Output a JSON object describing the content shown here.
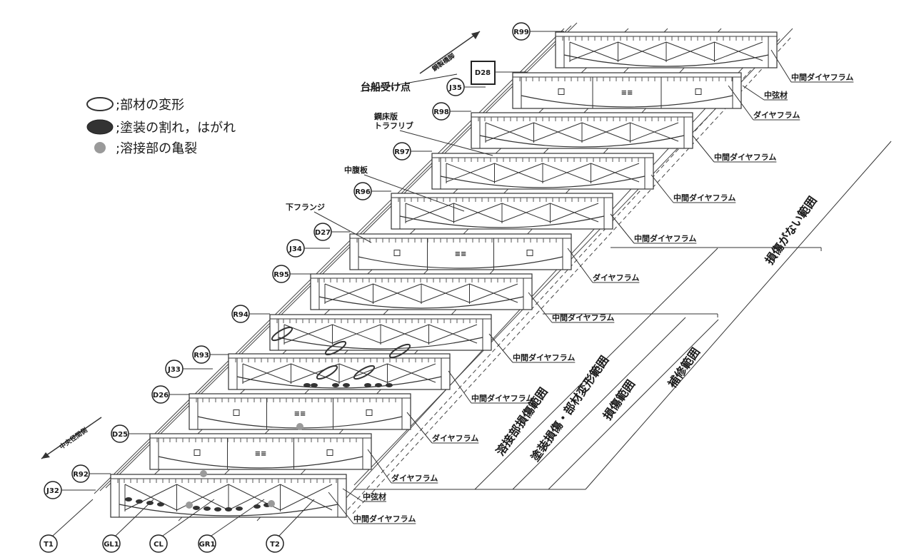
{
  "legend": [
    {
      "symbol": "outline-ellipse",
      "label": ";部材の変形"
    },
    {
      "symbol": "filled-ellipse",
      "label": ";塗装の割れ，はがれ"
    },
    {
      "symbol": "gray-dot",
      "label": ";溶接部の亀裂"
    }
  ],
  "direction": {
    "top": "鋼製橋脚",
    "bottom": "中央径間側"
  },
  "support_point_label": "台船受け点",
  "section_tags": [
    "R99",
    "D28",
    "J35",
    "R98",
    "R97",
    "R96",
    "D27",
    "J34",
    "R95",
    "R94",
    "R93",
    "J33",
    "D26",
    "D25",
    "R92",
    "J32"
  ],
  "bottom_tags": [
    "T1",
    "GL1",
    "CL",
    "GR1",
    "T2"
  ],
  "callouts": {
    "deck_plate": "鋼床版",
    "trough_rib": "トラフリブ",
    "middle_web": "中腹板",
    "lower_flange": "下フランジ",
    "middle_diaphragm": "中間ダイヤフラム",
    "diaphragm": "ダイヤフラム",
    "middle_chord": "中弦材"
  },
  "ranges": {
    "no_damage": "損傷がない範囲",
    "weld_damage": "溶接部損傷範囲",
    "paint_deform": "塗装損傷・部材変形範囲",
    "damage": "損傷範囲",
    "repair": "補修範囲"
  }
}
